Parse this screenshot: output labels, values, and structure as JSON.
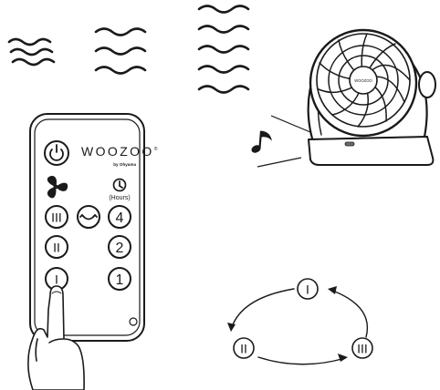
{
  "remote": {
    "brand": "WOOZOO",
    "registered_mark": "®",
    "brand_sub": "by Ohyama",
    "timer_caption": "(Hours)",
    "speed_buttons": [
      "III",
      "II",
      "I"
    ],
    "timer_buttons": [
      "4",
      "2",
      "1"
    ]
  },
  "fan": {
    "logo": "WOOZOO"
  },
  "speed_cycle": {
    "top": "I",
    "left": "II",
    "right": "III"
  },
  "icons": {
    "power": "power-icon",
    "fan_mode": "fan-blade-icon",
    "timer": "clock-icon",
    "swing": "swing-arrow-icon",
    "music": "music-note-icon",
    "airflow": "airflow-wave-icon",
    "hand": "pointing-hand-icon"
  },
  "colors": {
    "ink": "#1a1a1a",
    "led": "#6a6a6a",
    "background": "#ffffff"
  }
}
